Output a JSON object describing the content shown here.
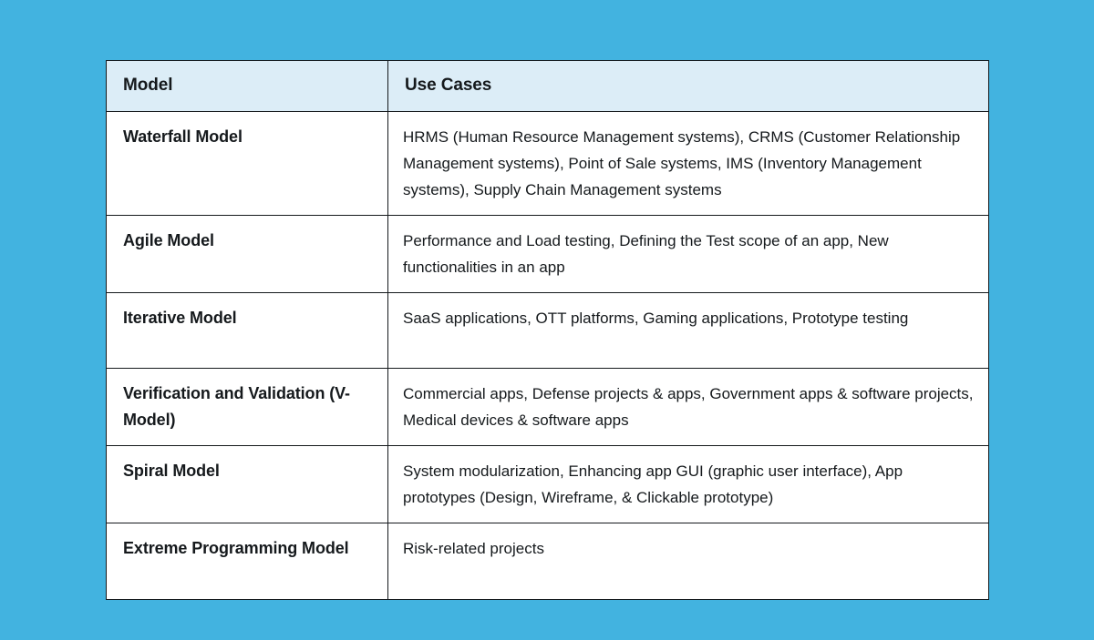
{
  "page": {
    "background_color": "#42b3e0",
    "table_border_color": "#15191c",
    "header_background_color": "#dcedf7",
    "text_color": "#15191c"
  },
  "table": {
    "columns": [
      "Model",
      "Use Cases"
    ],
    "rows": [
      {
        "model": "Waterfall Model",
        "use_cases": "HRMS (Human Resource Management systems), CRMS (Customer Relationship Management systems), Point of Sale systems, IMS (Inventory Management systems), Supply Chain Management systems"
      },
      {
        "model": "Agile Model",
        "use_cases": "Performance and Load testing, Defining the Test scope of an app, New functionalities in an app"
      },
      {
        "model": "Iterative Model",
        "use_cases": "SaaS applications, OTT platforms, Gaming applications, Prototype testing"
      },
      {
        "model": "Verification and Validation (V-Model)",
        "use_cases": "Commercial apps, Defense projects & apps, Government apps & software projects, Medical devices & software apps"
      },
      {
        "model": "Spiral Model",
        "use_cases": "System modularization, Enhancing app GUI (graphic user interface), App prototypes (Design, Wireframe, & Clickable prototype)"
      },
      {
        "model": "Extreme Programming Model",
        "use_cases": "Risk-related projects"
      }
    ]
  }
}
